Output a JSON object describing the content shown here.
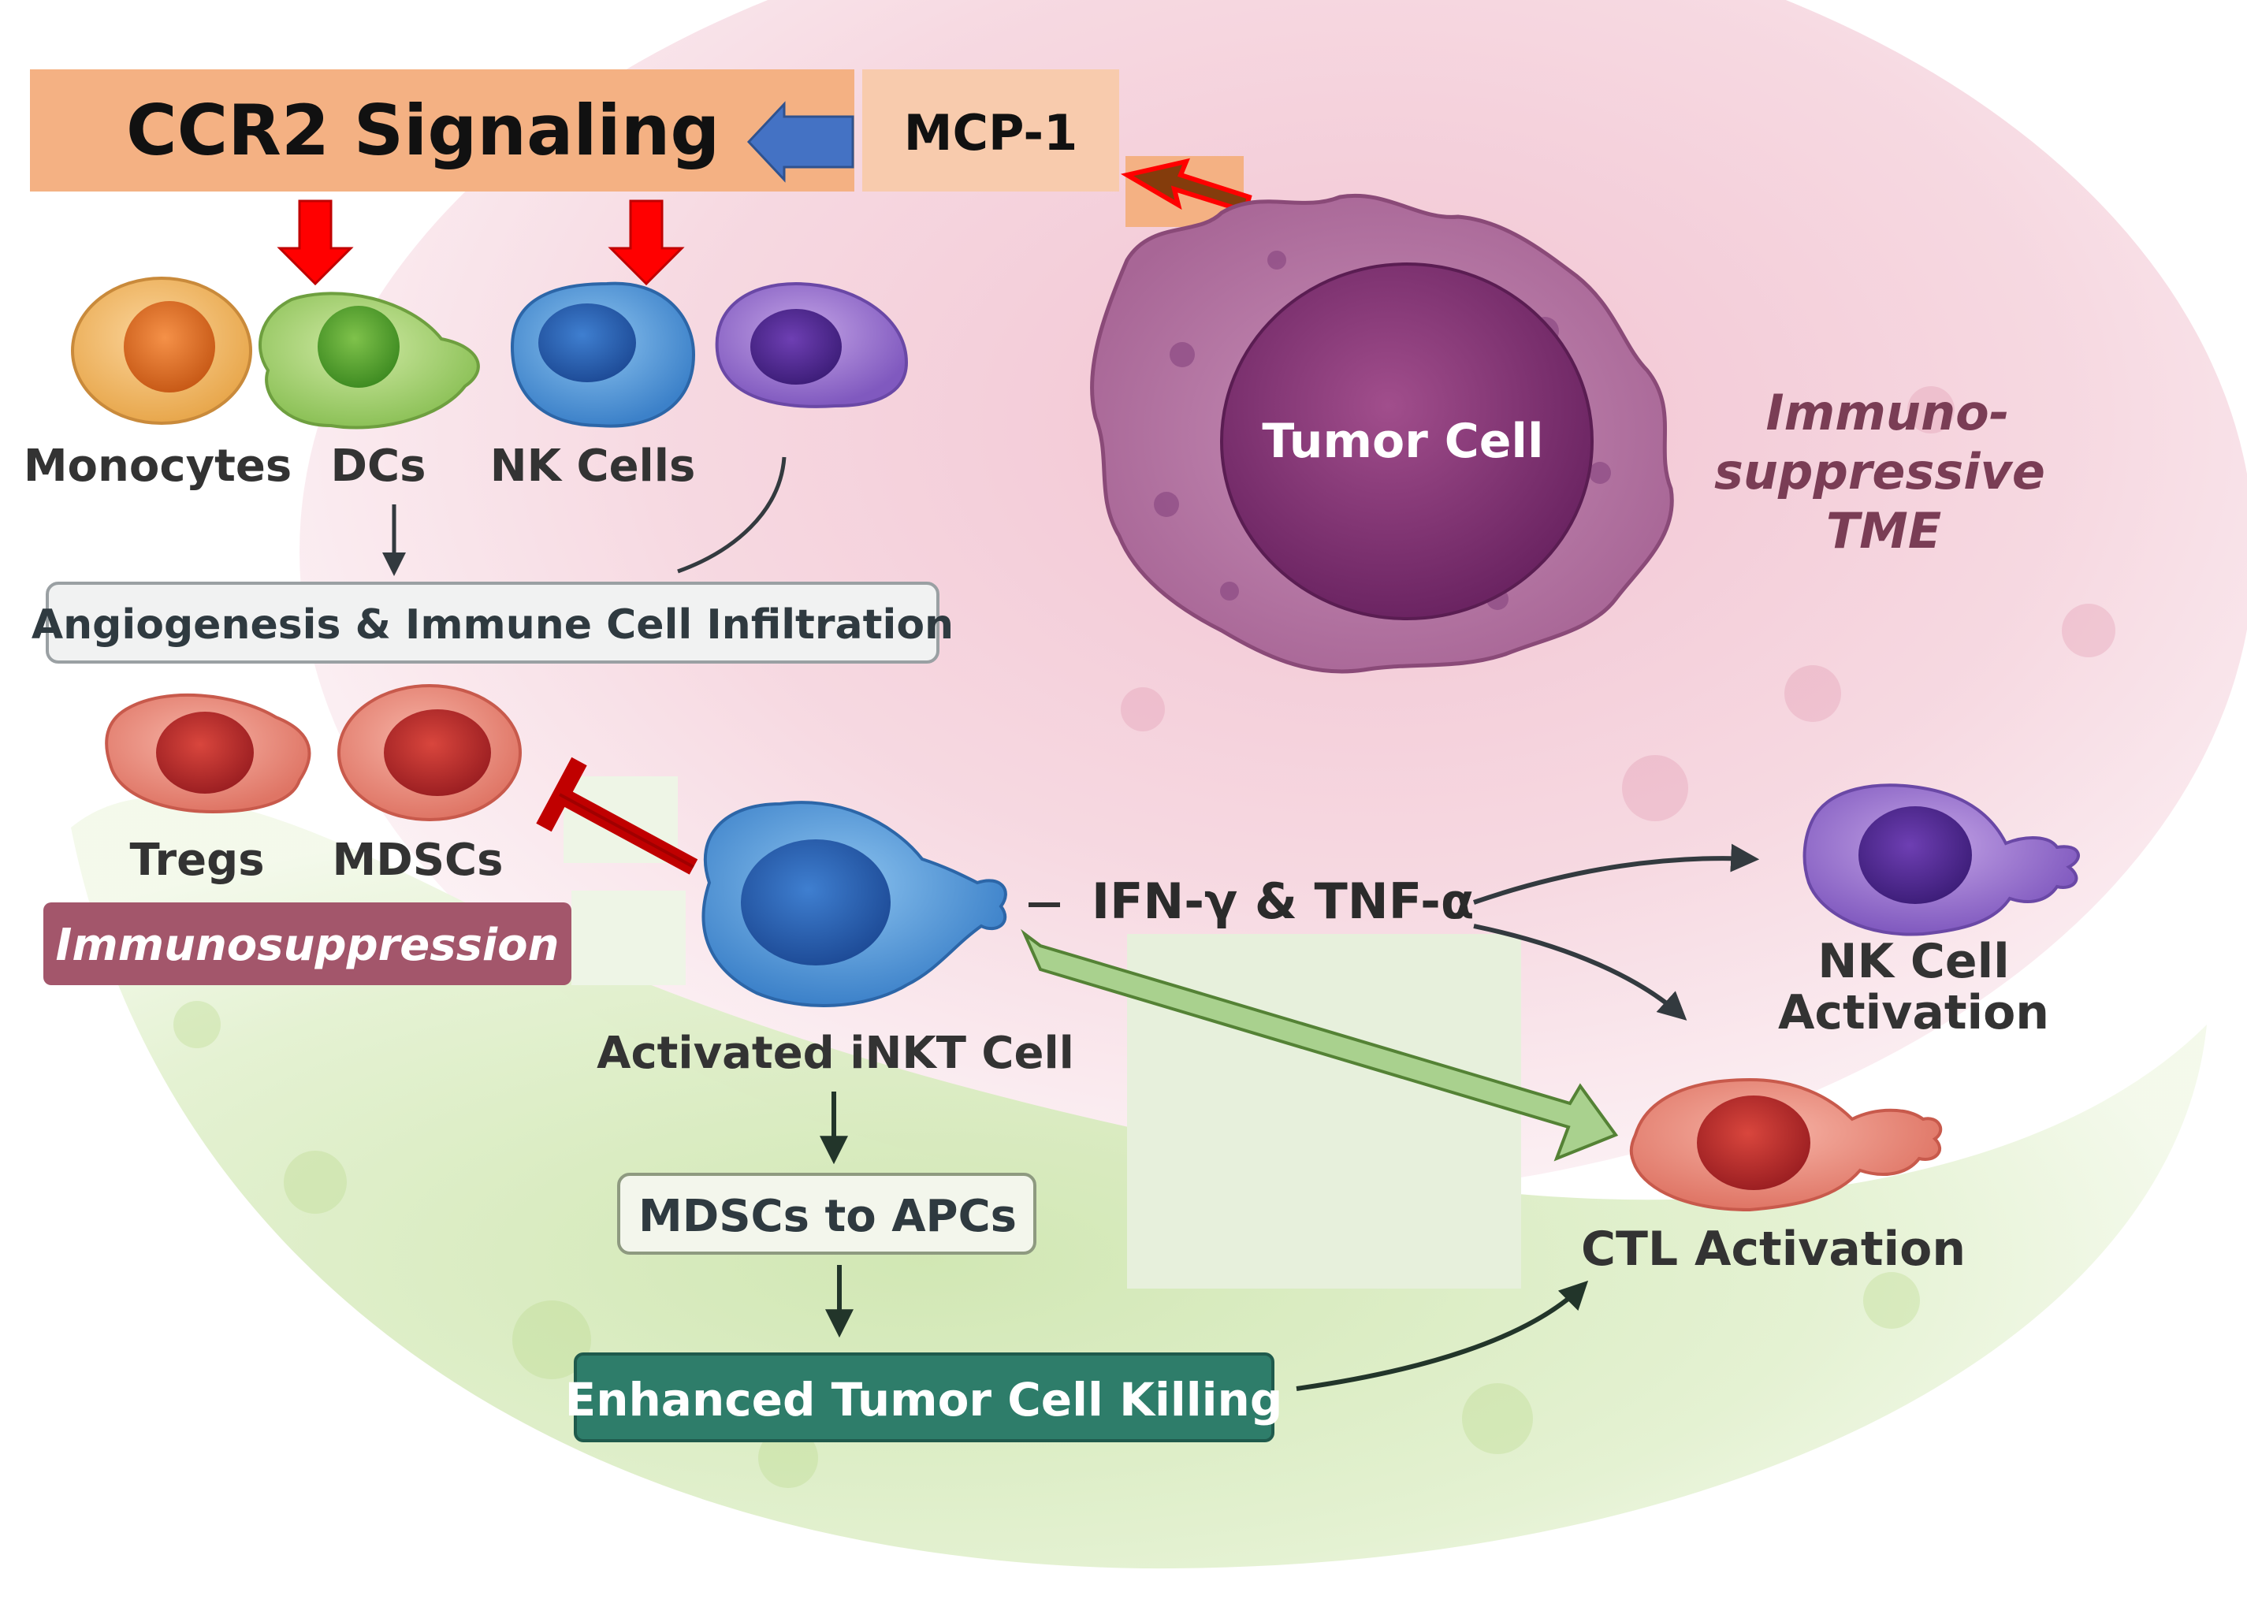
{
  "header": {
    "ccr2_title": "CCR2 Signaling",
    "mcp1_label": "MCP-1"
  },
  "cells": {
    "monocytes": "Monocytes",
    "dcs": "DCs",
    "nk_cells": "NK Cells",
    "tumor_cell": "Tumor Cell",
    "tregs": "Tregs",
    "mdscs": "MDSCs",
    "inkt": "Activated iNKT Cell",
    "nk_activation_line1": "NK Cell",
    "nk_activation_line2": "Activation",
    "ctl_activation": "CTL Activation"
  },
  "tme": {
    "line1": "Immuno-",
    "line2": "suppressive",
    "line3": "TME"
  },
  "boxes": {
    "angiogenesis": "Angiogenesis & Immune Cell Infiltration",
    "immunosuppression": "Immunosuppression",
    "mdscs_to_apcs": "MDSCs to APCs",
    "enhanced_killing": "Enhanced Tumor Cell Killing"
  },
  "cytokines": {
    "label": "IFN-γ & TNF-α"
  },
  "colors": {
    "ccr2_box": "#f4b183",
    "mcp1_box": "#f8cbad",
    "red_arrow": "#ff0000",
    "blue_arrow": "#4472c4",
    "inhibit_bar": "#c00000",
    "green_arrow": "#a9d18e",
    "immunosuppression_box": "#a3566b",
    "killing_box": "#2e7d6a",
    "tumor_background": "#f2c7d4",
    "green_background": "#d9ecc1"
  }
}
